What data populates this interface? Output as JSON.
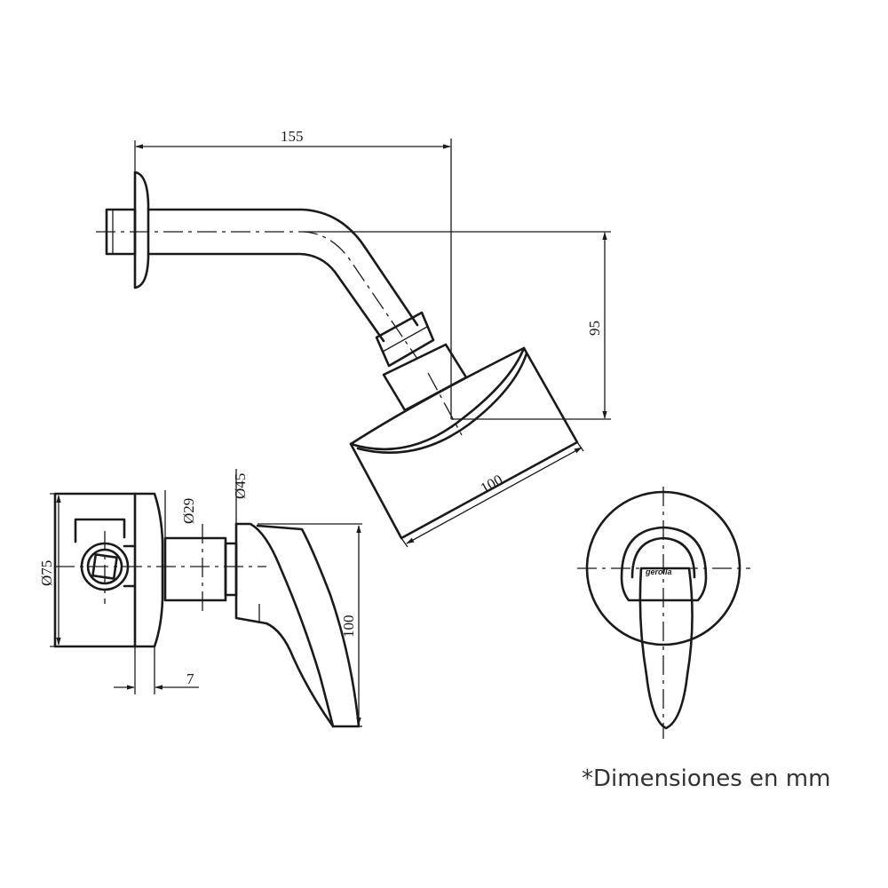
{
  "dimensions": {
    "arm_length": "155",
    "arm_drop": "95",
    "head_diameter": "100",
    "escutcheon_diameter": "Ø75",
    "stem_diameter": "Ø29",
    "collar_diameter": "Ø45",
    "escutcheon_depth": "7",
    "handle_height": "100"
  },
  "logo": "gerolla",
  "footnote": "*Dimensiones en mm"
}
